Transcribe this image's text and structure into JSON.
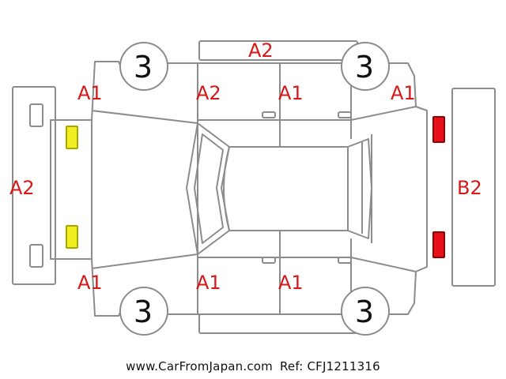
{
  "diagram": {
    "damage_labels": {
      "roof": "A2",
      "front_bumper": "A2",
      "rear_bumper": "B2",
      "left_front_fender": "A1",
      "left_front_door": "A2",
      "left_rear_door": "A1",
      "left_rear_fender": "A1",
      "right_front_fender": "A1",
      "right_front_door": "A1",
      "right_rear_door": "A1"
    },
    "wheels": {
      "front_left": "3",
      "rear_left": "3",
      "front_right": "3",
      "rear_right": "3"
    },
    "colors": {
      "outline": "#8c8c8c",
      "label": "#d81818",
      "wheel_text": "#111111",
      "headlight_fill": "#f0ee20",
      "headlight_stroke": "#a8a800",
      "taillight_fill": "#e8101a",
      "taillight_stroke": "#900000"
    }
  },
  "footer": {
    "site": "www.CarFromJapan.com",
    "ref": "Ref: CFJ1211316"
  }
}
